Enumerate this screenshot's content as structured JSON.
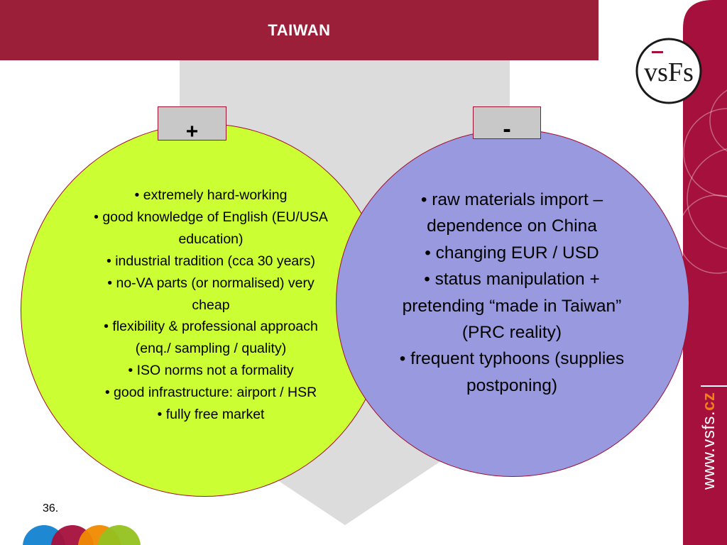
{
  "header": {
    "title": "TAIWAN"
  },
  "pros": {
    "label": "+",
    "items": [
      "• extremely hard-working",
      "• good knowledge of English (EU/USA education)",
      "• industrial tradition (cca 30 years)",
      "• no-VA parts (or normalised) very cheap",
      "• flexibility & professional approach (enq./ sampling / quality)",
      "• ISO norms not a formality",
      "• good infrastructure: airport / HSR",
      "• fully free market"
    ]
  },
  "cons": {
    "label": "-",
    "items": [
      "• raw materials import – dependence on China",
      "• changing EUR / USD",
      "• status manipulation + pretending “made in Taiwan” (PRC reality)",
      "• frequent typhoons (supplies postponing)"
    ]
  },
  "footer": {
    "page_number": "36."
  },
  "brand": {
    "logo_text": "vsFs",
    "web_main": "www.vsfs.",
    "web_tld": "cz"
  },
  "colors": {
    "header": "#9b1f39",
    "pros_circle": "#ccff33",
    "cons_circle": "#9999e0",
    "accent_orange": "#ee7f1a"
  }
}
